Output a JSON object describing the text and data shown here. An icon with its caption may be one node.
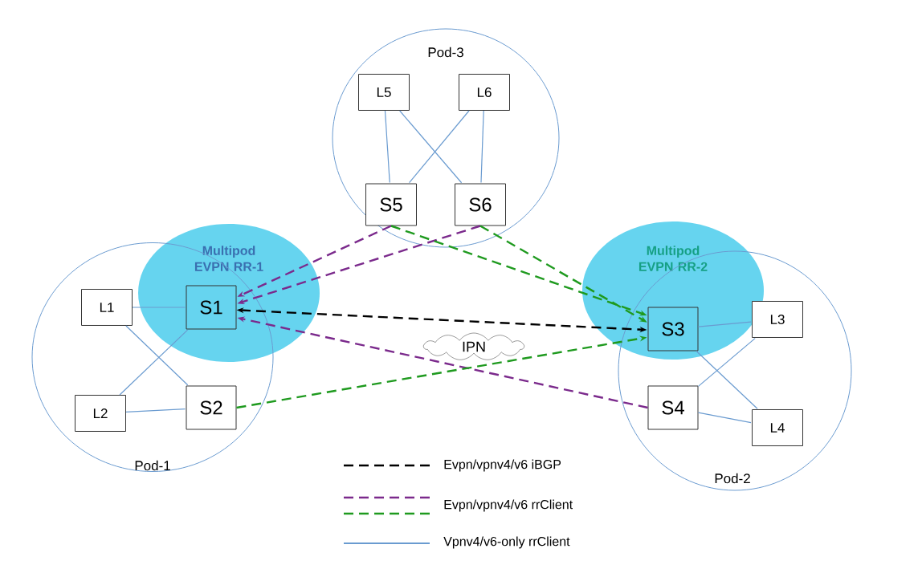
{
  "diagram": {
    "nodes": [
      {
        "text": [
          "Pod-3"
        ]
      },
      {
        "text": [
          "L5"
        ],
        "in": 0
      },
      {
        "text": [
          "L6"
        ],
        "in": 0
      },
      {
        "text": [
          "S5"
        ],
        "in": 0
      },
      {
        "text": [
          "S6"
        ],
        "in": 0
      },
      {
        "text": [
          "Pod-1"
        ]
      },
      {
        "text": [
          "L1"
        ],
        "in": 5
      },
      {
        "text": [
          "S1"
        ],
        "in": 5
      },
      {
        "text": [
          "L2"
        ],
        "in": 5
      },
      {
        "text": [
          "S2"
        ],
        "in": 5
      },
      {
        "text": [
          "Pod-2"
        ]
      },
      {
        "text": [
          "S3"
        ],
        "in": 10
      },
      {
        "text": [
          "L3"
        ],
        "in": 10
      },
      {
        "text": [
          "S4"
        ],
        "in": 10
      },
      {
        "text": [
          "L4"
        ],
        "in": 10
      },
      {
        "text": [
          "IPN"
        ]
      }
    ],
    "edges": [
      {
        "from": 1,
        "to": 3,
        "arrow": "none"
      },
      {
        "from": 1,
        "to": 4,
        "arrow": "none"
      },
      {
        "from": 2,
        "to": 3,
        "arrow": "none"
      },
      {
        "from": 2,
        "to": 4,
        "arrow": "none"
      },
      {
        "from": 6,
        "to": 7,
        "arrow": "none"
      },
      {
        "from": 6,
        "to": 9,
        "arrow": "none"
      },
      {
        "from": 8,
        "to": 7,
        "arrow": "none"
      },
      {
        "from": 8,
        "to": 9,
        "arrow": "none"
      },
      {
        "from": 11,
        "to": 12,
        "arrow": "none"
      },
      {
        "from": 11,
        "to": 14,
        "arrow": "none"
      },
      {
        "from": 13,
        "to": 12,
        "arrow": "none"
      },
      {
        "from": 13,
        "to": 14,
        "arrow": "none"
      },
      {
        "from": 3,
        "to": 7,
        "arrow": "to",
        "style": "dashed",
        "color": "#7b2a8c"
      },
      {
        "from": 4,
        "to": 7,
        "arrow": "to",
        "style": "dashed",
        "color": "#7b2a8c"
      },
      {
        "from": 13,
        "to": 7,
        "arrow": "to",
        "style": "dashed",
        "color": "#7b2a8c"
      },
      {
        "from": 7,
        "to": 11,
        "arrow": "both",
        "style": "dashed",
        "color": "#000000"
      },
      {
        "from": 3,
        "to": 11,
        "arrow": "to",
        "style": "dashed",
        "color": "#1f9a1f"
      },
      {
        "from": 4,
        "to": 11,
        "arrow": "to",
        "style": "dashed",
        "color": "#1f9a1f"
      },
      {
        "from": 9,
        "to": 11,
        "arrow": "to",
        "style": "dashed",
        "color": "#1f9a1f"
      }
    ],
    "labels": [
      "Multipod EVPN RR-1",
      "Multipod EVPN RR-2"
    ],
    "legend": [
      {
        "text": "Evpn/vpnv4/v6 iBGP"
      },
      {
        "text": "Evpn/vpnv4/v6 rrClient"
      },
      {
        "text": "Vpnv4/v6-only rrClient"
      }
    ]
  }
}
